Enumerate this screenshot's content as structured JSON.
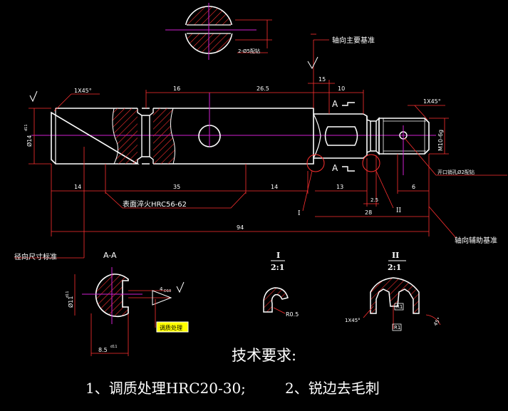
{
  "colors": {
    "background": "#000000",
    "outline": "#ffffff",
    "dimension": "#ff3030",
    "centerline": "#d020d0",
    "hatch": "#ff3030",
    "text": "#ffffff",
    "note_text": "#ffff00",
    "leader": "#ff3030"
  },
  "main_view": {
    "chamfer_left": "1X45°",
    "chamfer_right": "1X45°",
    "dia_left": "Ø14",
    "dia_left_tol": "d11",
    "thread_right": "M10-6g",
    "section_label_top": "A",
    "section_label_bottom": "A"
  },
  "dimensions": {
    "d16": "16",
    "d26_5": "26.5",
    "d15": "15",
    "d10": "10",
    "d14_left": "14",
    "d35": "35",
    "d14_mid": "14",
    "d13": "13",
    "d6": "6",
    "d2_5": "2.5",
    "d28": "28",
    "d94": "94"
  },
  "annotations": {
    "axial_main_datum": "轴向主要基准",
    "axial_aux_datum": "轴向辅助基准",
    "radial_datum": "径向尺寸标准",
    "surface_hardening": "表面淬火HRC56-62",
    "pin_hole": "开口销孔Ø2配钻",
    "pin_hole_top": "2-Ø5配钻",
    "detail_marker_1": "I",
    "detail_marker_2": "II"
  },
  "section_view": {
    "title": "A-A",
    "dia": "Ø11",
    "dia_tol": "d11",
    "width": "8.5",
    "width_tol": "d11",
    "key_width": "4",
    "key_tol": "D10",
    "boxed_note": "调质处理"
  },
  "detail_1": {
    "label": "I",
    "scale": "2:1",
    "radius": "R0.5"
  },
  "detail_2": {
    "label": "II",
    "scale": "2:1",
    "chamfer": "1X45°",
    "r1a": "R1",
    "r1b": "R1",
    "angle": "45°"
  },
  "requirements": {
    "title": "技术要求:",
    "item1": "1、调质处理HRC20-30;",
    "item2": "2、锐边去毛刺"
  }
}
